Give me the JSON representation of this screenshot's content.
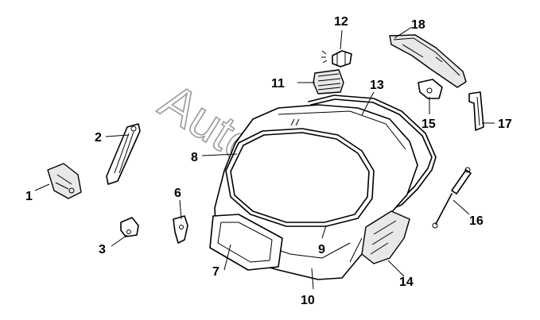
{
  "watermark": "AutoSoft",
  "callouts": [
    {
      "id": "1",
      "label": "1",
      "part": "tailgate lock"
    },
    {
      "id": "2",
      "label": "2",
      "part": "wiper motor bracket"
    },
    {
      "id": "3",
      "label": "3",
      "part": "striker"
    },
    {
      "id": "6",
      "label": "6",
      "part": "hinge"
    },
    {
      "id": "7",
      "label": "7",
      "part": "licence plate panel"
    },
    {
      "id": "8",
      "label": "8",
      "part": "glass seal"
    },
    {
      "id": "9",
      "label": "9",
      "part": "fastener"
    },
    {
      "id": "10",
      "label": "10",
      "part": "tailgate"
    },
    {
      "id": "11",
      "label": "11",
      "part": "high mount stop lamp"
    },
    {
      "id": "12",
      "label": "12",
      "part": "lamp bulb holder"
    },
    {
      "id": "13",
      "label": "13",
      "part": "weatherstrip"
    },
    {
      "id": "14",
      "label": "14",
      "part": "trim panel"
    },
    {
      "id": "15",
      "label": "15",
      "part": "hinge bracket"
    },
    {
      "id": "16",
      "label": "16",
      "part": "gas strut"
    },
    {
      "id": "17",
      "label": "17",
      "part": "side trim"
    },
    {
      "id": "18",
      "label": "18",
      "part": "spoiler"
    }
  ]
}
